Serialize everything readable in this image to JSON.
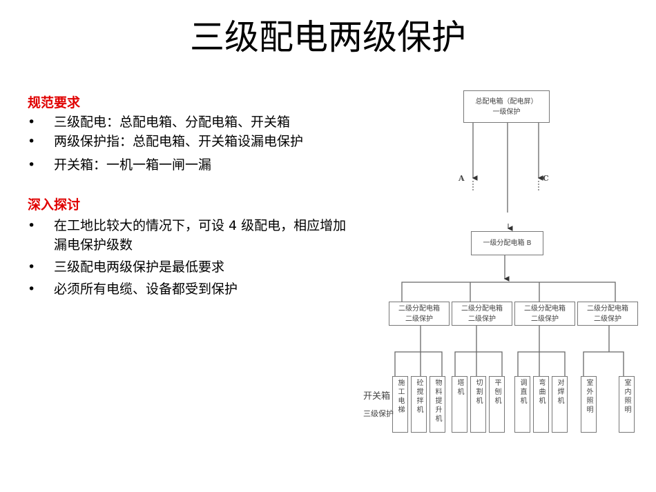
{
  "title": "三级配电两级保护",
  "sections": [
    {
      "heading": "规范要求",
      "items": [
        "三级配电：总配电箱、分配电箱、开关箱",
        "两级保护指：总配电箱、开关箱设漏电保护",
        "开关箱：一机一箱一闸一漏"
      ]
    },
    {
      "heading": "深入探讨",
      "items": [
        "在工地比较大的情况下，可设 4 级配电，相应增加漏电保护级数",
        "三级配电两级保护是最低要求",
        "必须所有电缆、设备都受到保护"
      ]
    }
  ],
  "bullet": "•",
  "diagram": {
    "main_box": [
      "总配电箱（配电屏）",
      "一级保护"
    ],
    "branch_a": "A",
    "branch_c": "C",
    "level1_box": "一级分配电箱 B",
    "level2_boxes": [
      [
        "二级分配电箱",
        "二级保护"
      ],
      [
        "二级分配电箱",
        "二级保护"
      ],
      [
        "二级分配电箱",
        "二级保护"
      ],
      [
        "二级分配电箱",
        "二级保护"
      ]
    ],
    "leaves": [
      "施工电梯",
      "砼搅拌机",
      "物料提升机",
      "塔机",
      "切割机",
      "平刨机",
      "调直机",
      "弯曲机",
      "对焊机",
      "室外照明",
      "室内照明"
    ],
    "row_label_1": "开关箱",
    "row_label_2": "三级保护"
  }
}
